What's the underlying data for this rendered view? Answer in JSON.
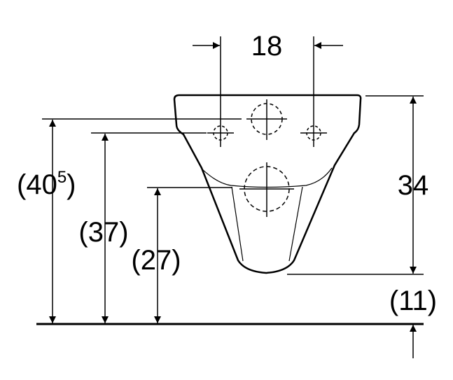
{
  "dimensions": {
    "top_width": "18",
    "height_405": "(40",
    "height_405_sup": "5",
    "height_405_close": ")",
    "height_37": "(37)",
    "height_27": "(27)",
    "right_height": "34",
    "bottom_clearance": "(11)"
  },
  "colors": {
    "line": "#000000",
    "background": "#ffffff"
  }
}
